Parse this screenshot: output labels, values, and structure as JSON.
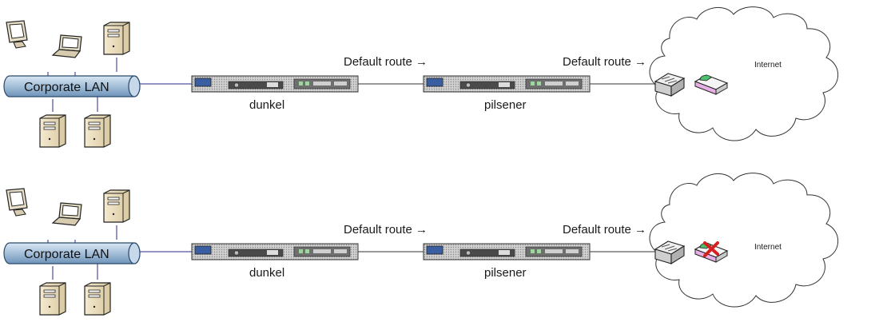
{
  "panels": [
    {
      "lan_label": "Corporate LAN",
      "router1_name": "dunkel",
      "router2_name": "pilsener",
      "route_label_1": "Default route →",
      "route_label_2": "Default route →",
      "internet_label": "Internet",
      "modem_failed": false
    },
    {
      "lan_label": "Corporate LAN",
      "router1_name": "dunkel",
      "router2_name": "pilsener",
      "route_label_1": "Default route →",
      "route_label_2": "Default route →",
      "internet_label": "Internet",
      "modem_failed": true
    }
  ],
  "icons": {
    "workstation": "monitor-icon",
    "laptop": "laptop-icon",
    "server": "server-tower-icon",
    "appliance": "rack-router-icon",
    "switch": "switch-icon",
    "modem": "modem-icon",
    "failure": "red-x-failure-icon",
    "cloud": "internet-cloud-icon"
  },
  "colors": {
    "lan_fill": "#a9c3dc",
    "lan_stroke": "#2b4a6b",
    "cable": "#2a2a8a",
    "failure_x": "#d81e1e",
    "modem_green": "#4cc06a",
    "modem_pink": "#e6b0e6"
  }
}
